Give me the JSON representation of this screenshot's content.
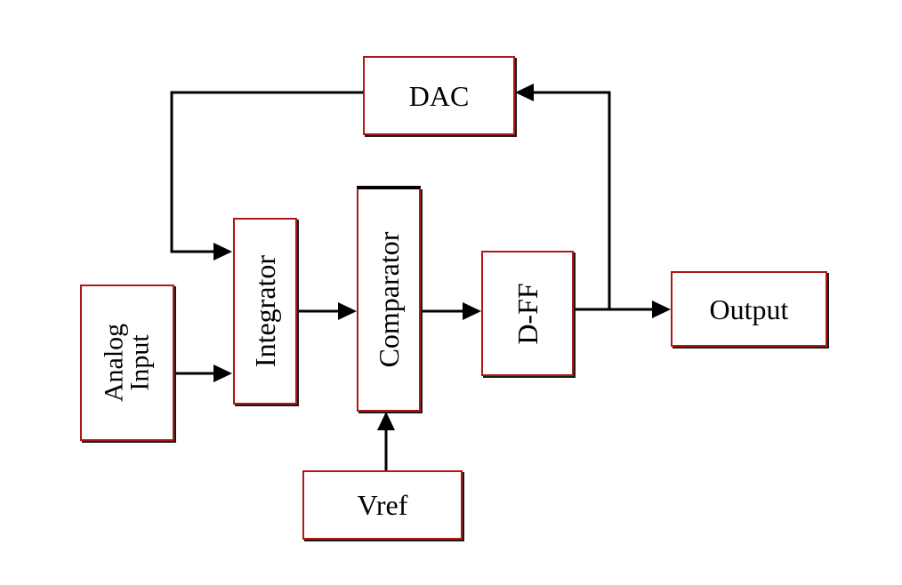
{
  "blocks": {
    "dac": "DAC",
    "integrator": "Integrator",
    "comparator": "Comparator",
    "dff": "D-FF",
    "output": "Output",
    "analog_input": "Analog\nInput",
    "vref": "Vref"
  },
  "colors": {
    "block_border": "#b01818",
    "line": "#000000"
  }
}
